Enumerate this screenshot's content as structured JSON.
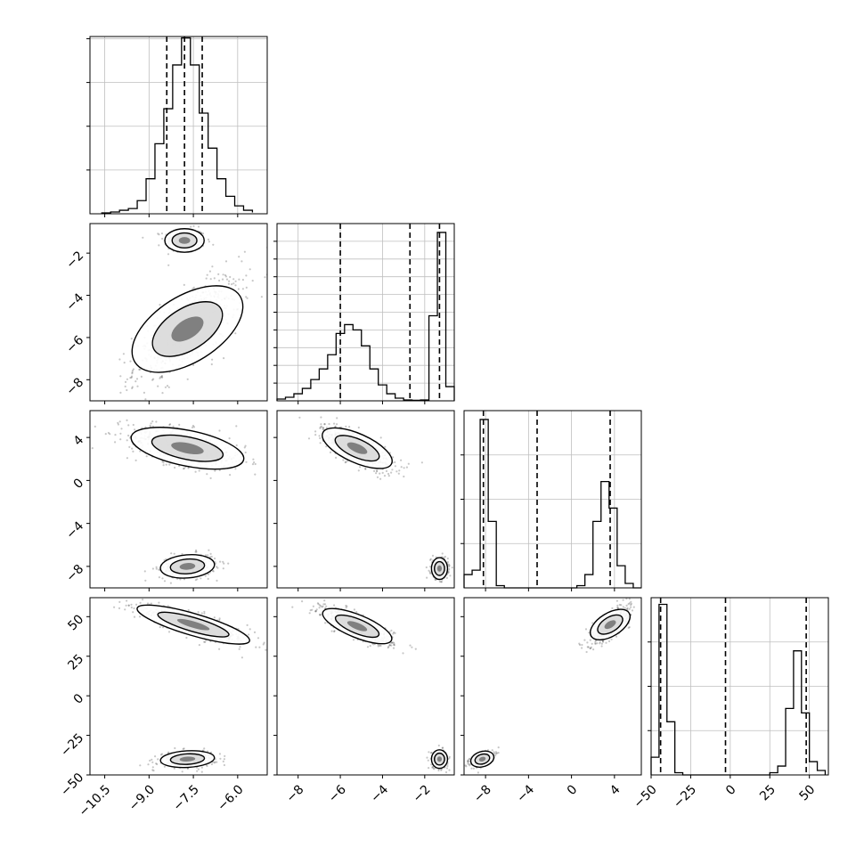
{
  "chart_data": {
    "type": "corner",
    "variables": [
      {
        "range": [
          -11.0,
          -5.0
        ],
        "ticks": [
          -10.5,
          -9.0,
          -7.5,
          -6.0
        ],
        "tick_labels": [
          "−10.5",
          "−9.0",
          "−7.5",
          "−6.0"
        ],
        "quantiles": [
          -8.4,
          -7.8,
          -7.2
        ],
        "hist_max": 4.05,
        "hist_y_ticks": [
          1,
          2,
          3,
          4
        ]
      },
      {
        "range": [
          -9.0,
          -0.6
        ],
        "ticks": [
          -8,
          -6,
          -4,
          -2
        ],
        "tick_labels": [
          "−8",
          "−6",
          "−4",
          "−2"
        ],
        "quantiles": [
          -6.0,
          -2.7,
          -1.3
        ],
        "hist_max": 10,
        "hist_y_ticks": [
          1,
          2,
          3,
          4,
          5,
          6,
          7,
          8,
          9
        ]
      },
      {
        "range": [
          -10.0,
          6.5
        ],
        "ticks": [
          -8,
          -4,
          0,
          4
        ],
        "tick_labels": [
          "−8",
          "−4",
          "0",
          "4"
        ],
        "quantiles": [
          -8.2,
          -3.2,
          3.6
        ],
        "hist_max": 4.0,
        "hist_y_ticks": [
          1,
          2,
          3
        ]
      },
      {
        "range": [
          -50.0,
          62.0
        ],
        "ticks": [
          -50,
          -25,
          0,
          25,
          50
        ],
        "tick_labels": [
          "−50",
          "−25",
          "0",
          "25",
          "50"
        ],
        "quantiles": [
          -44.0,
          -3.0,
          48.0
        ],
        "hist_max": 4.0,
        "hist_y_ticks": [
          1,
          2,
          3
        ]
      }
    ],
    "histograms": [
      {
        "bins": [
          -10.6,
          -10.3,
          -10.0,
          -9.7,
          -9.4,
          -9.1,
          -8.8,
          -8.5,
          -8.2,
          -7.9,
          -7.6,
          -7.3,
          -7.0,
          -6.7,
          -6.4,
          -6.1,
          -5.8,
          -5.5
        ],
        "counts": [
          0.02,
          0.04,
          0.08,
          0.12,
          0.3,
          0.8,
          1.6,
          2.4,
          3.4,
          4.02,
          3.4,
          2.3,
          1.5,
          0.8,
          0.4,
          0.18,
          0.08,
          0.03
        ]
      },
      {
        "bins": [
          -9.0,
          -8.6,
          -8.2,
          -7.8,
          -7.4,
          -7.0,
          -6.6,
          -6.2,
          -5.8,
          -5.4,
          -5.0,
          -4.6,
          -4.2,
          -3.8,
          -3.4,
          -3.0,
          -2.6,
          -2.2,
          -1.8,
          -1.4,
          -1.0,
          -0.6
        ],
        "counts": [
          0.1,
          0.2,
          0.4,
          0.7,
          1.2,
          1.8,
          2.6,
          3.8,
          4.3,
          4.0,
          3.1,
          1.8,
          0.9,
          0.4,
          0.15,
          0.05,
          0.03,
          0.05,
          4.8,
          9.5,
          0.8
        ]
      },
      {
        "bins": [
          -10.0,
          -9.25,
          -8.5,
          -7.75,
          -7.0,
          -6.25,
          -5.5,
          -4.75,
          -4.0,
          -3.25,
          -2.5,
          -1.75,
          -1.0,
          -0.25,
          0.5,
          1.25,
          2.0,
          2.75,
          3.5,
          4.25,
          5.0,
          5.75,
          6.5
        ],
        "counts": [
          0.3,
          0.4,
          3.8,
          1.5,
          0.05,
          0.0,
          0.0,
          0.0,
          0.0,
          0.0,
          0.0,
          0.0,
          0.0,
          0.0,
          0.05,
          0.3,
          1.5,
          2.4,
          1.8,
          0.5,
          0.1,
          0.0
        ]
      },
      {
        "bins": [
          -50.0,
          -45.0,
          -40.0,
          -35.0,
          -30.0,
          -25.0,
          -20.0,
          -15.0,
          -10.0,
          -5.0,
          0.0,
          5.0,
          10.0,
          15.0,
          20.0,
          25.0,
          30.0,
          35.0,
          40.0,
          45.0,
          50.0,
          55.0,
          60.0
        ],
        "counts": [
          0.4,
          3.85,
          1.2,
          0.05,
          0.0,
          0.0,
          0.0,
          0.0,
          0.0,
          0.0,
          0.0,
          0.0,
          0.0,
          0.0,
          0.0,
          0.05,
          0.2,
          1.5,
          2.8,
          1.4,
          0.3,
          0.1
        ]
      }
    ],
    "clusters": [
      {
        "row": 1,
        "col": 0,
        "blobs": [
          {
            "mx": -7.8,
            "my": -1.4,
            "sx": 0.35,
            "sy": 0.28,
            "rho": 0.0,
            "n": 260
          },
          {
            "mx": -7.7,
            "my": -5.6,
            "sx": 0.9,
            "sy": 1.25,
            "rho": 0.72,
            "n": 620
          }
        ]
      },
      {
        "row": 2,
        "col": 0,
        "blobs": [
          {
            "mx": -7.7,
            "my": 3.0,
            "sx": 1.0,
            "sy": 1.05,
            "rho": -0.55,
            "n": 560
          },
          {
            "mx": -7.7,
            "my": -8.0,
            "sx": 0.48,
            "sy": 0.55,
            "rho": 0.2,
            "n": 320
          }
        ]
      },
      {
        "row": 2,
        "col": 1,
        "blobs": [
          {
            "mx": -5.2,
            "my": 3.0,
            "sx": 0.85,
            "sy": 1.05,
            "rho": -0.75,
            "n": 560
          },
          {
            "mx": -1.3,
            "my": -8.2,
            "sx": 0.2,
            "sy": 0.5,
            "rho": 0.0,
            "n": 300
          }
        ]
      },
      {
        "row": 3,
        "col": 0,
        "blobs": [
          {
            "mx": -7.5,
            "my": 45.0,
            "sx": 1.0,
            "sy": 6.5,
            "rho": -0.85,
            "n": 560
          },
          {
            "mx": -7.7,
            "my": -40.0,
            "sx": 0.48,
            "sy": 2.5,
            "rho": 0.2,
            "n": 320
          }
        ]
      },
      {
        "row": 3,
        "col": 1,
        "blobs": [
          {
            "mx": -5.2,
            "my": 44.0,
            "sx": 0.85,
            "sy": 6.0,
            "rho": -0.8,
            "n": 560
          },
          {
            "mx": -1.3,
            "my": -40.0,
            "sx": 0.2,
            "sy": 2.8,
            "rho": 0.0,
            "n": 300
          }
        ]
      },
      {
        "row": 3,
        "col": 2,
        "blobs": [
          {
            "mx": 3.6,
            "my": 45.0,
            "sx": 0.9,
            "sy": 5.5,
            "rho": 0.75,
            "n": 520
          },
          {
            "mx": -8.3,
            "my": -40.0,
            "sx": 0.55,
            "sy": 2.5,
            "rho": 0.5,
            "n": 320
          }
        ]
      }
    ]
  }
}
